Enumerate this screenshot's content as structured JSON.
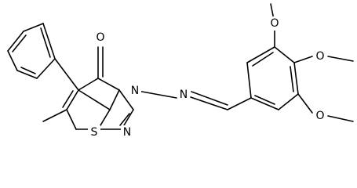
{
  "atoms": {
    "carbonyl_o": "O",
    "ring_n3": "N",
    "imine_n": "N",
    "ring_n1": "N",
    "ring_s": "S",
    "ome_top_o": "O",
    "ome_mid_o": "O",
    "ome_bot_o": "O"
  }
}
